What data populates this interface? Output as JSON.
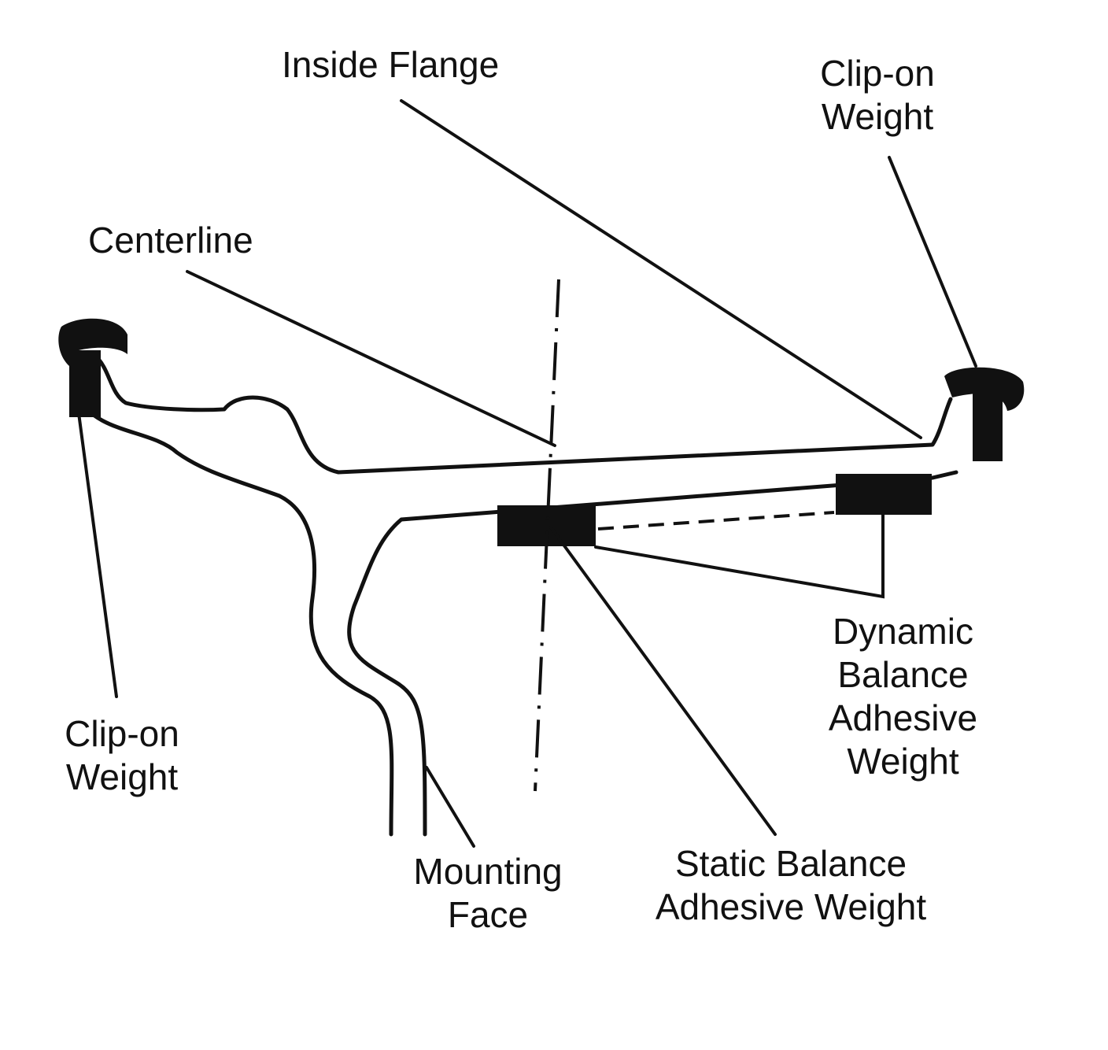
{
  "labels": {
    "inside_flange": [
      "Inside Flange"
    ],
    "clip_on_weight_right": [
      "Clip-on",
      "Weight"
    ],
    "centerline": [
      "Centerline"
    ],
    "clip_on_weight_left": [
      "Clip-on",
      "Weight"
    ],
    "mounting_face": [
      "Mounting",
      "Face"
    ],
    "static_balance": [
      "Static Balance",
      "Adhesive Weight"
    ],
    "dynamic_balance": [
      "Dynamic",
      "Balance",
      "Adhesive",
      "Weight"
    ]
  },
  "colors": {
    "ink": "#111111",
    "background": "#ffffff"
  }
}
